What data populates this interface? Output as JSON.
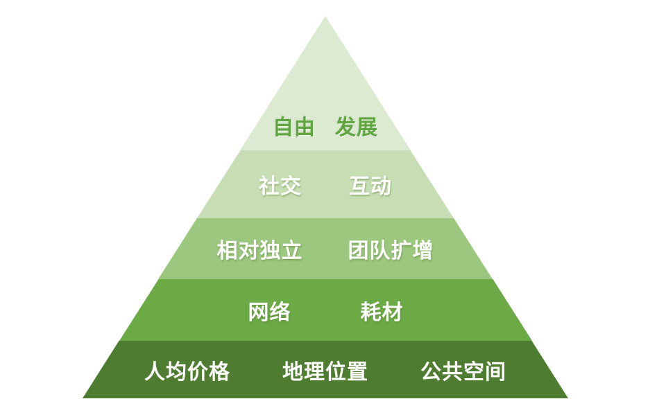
{
  "diagram": {
    "type": "pyramid",
    "levels": 5,
    "background": "#ffffff",
    "tiers": [
      {
        "level": 1,
        "labels": [
          "自由",
          "发展"
        ],
        "fill": "#dcead2",
        "text_color": "#5fa540"
      },
      {
        "level": 2,
        "labels": [
          "社交",
          "互动"
        ],
        "fill": "#c7deb5",
        "text_color": "#ffffff"
      },
      {
        "level": 3,
        "labels": [
          "相对独立",
          "团队扩增"
        ],
        "fill": "#9bc77e",
        "text_color": "#ffffff"
      },
      {
        "level": 4,
        "labels": [
          "网络",
          "耗材"
        ],
        "fill": "#6caa46",
        "text_color": "#ffffff"
      },
      {
        "level": 5,
        "labels": [
          "人均价格",
          "地理位置",
          "公共空间"
        ],
        "fill": "#4e7d31",
        "text_color": "#ffffff"
      }
    ]
  }
}
